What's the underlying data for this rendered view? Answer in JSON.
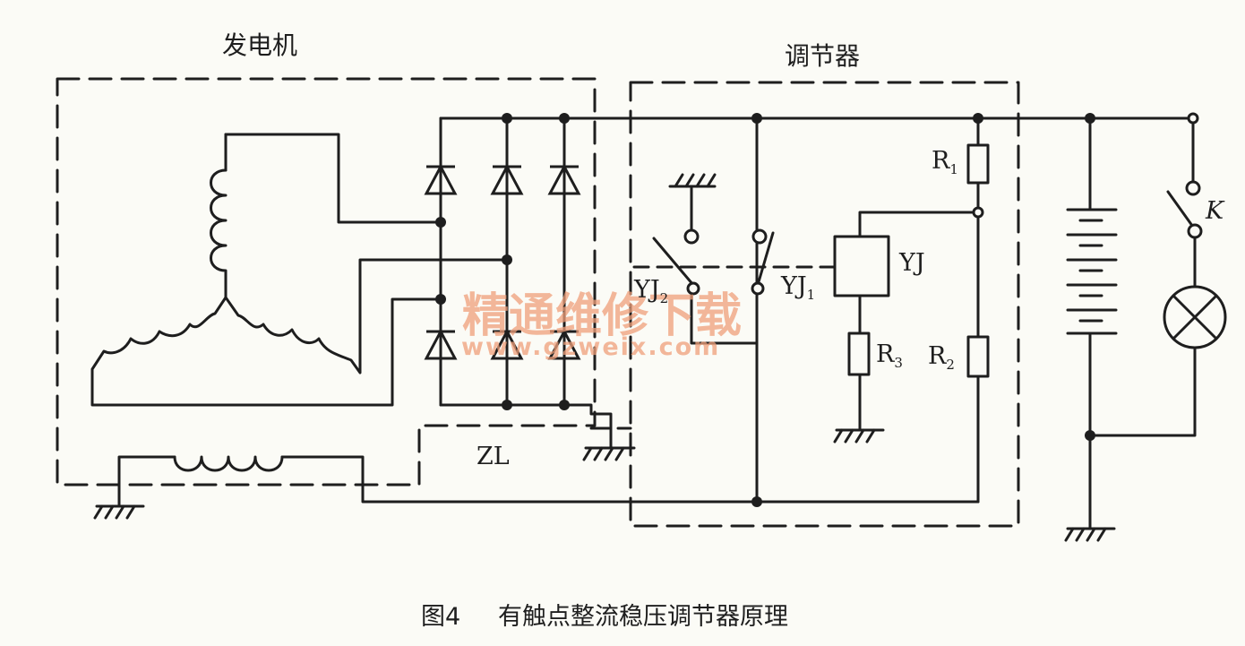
{
  "labels": {
    "generator": "发电机",
    "regulator": "调节器",
    "r1": "R",
    "r1_sub": "1",
    "r2": "R",
    "r2_sub": "2",
    "r3": "R",
    "r3_sub": "3",
    "yj": "YJ",
    "yj1": "YJ",
    "yj1_sub": "1",
    "yj2": "YJ",
    "yj2_sub": "2",
    "k": "K",
    "zl": "ZL"
  },
  "caption": {
    "figure_no": "图4",
    "title": "有触点整流稳压调节器原理"
  },
  "watermark": {
    "text": "精通维修下载",
    "url": "www.gzweix.com"
  }
}
